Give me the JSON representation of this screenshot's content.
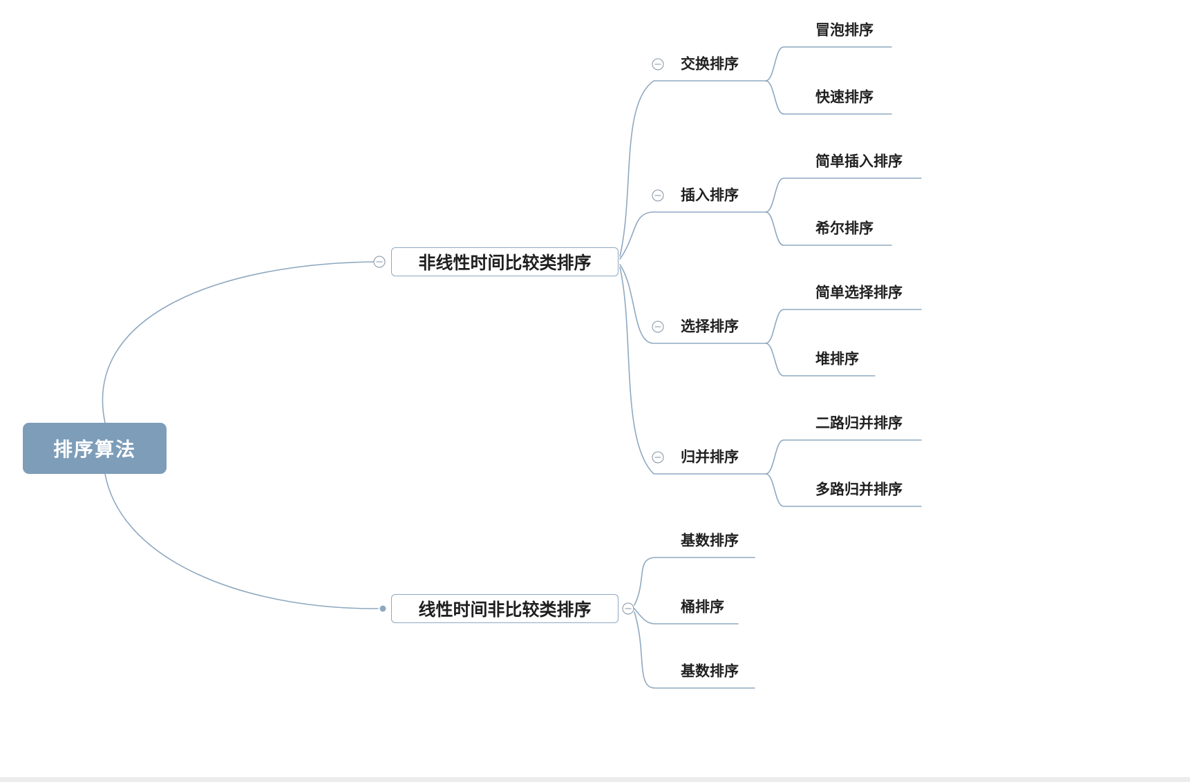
{
  "theme": {
    "canvasBg": "#ffffff",
    "line": "#8ea8c0",
    "rootBg": "#7d9db9",
    "rootText": "#ffffff",
    "boxBorder": "#8ea8c0",
    "boxBg": "#ffffff",
    "text": "#1f1f1f",
    "icon": "#8290a0",
    "scrollbar": "#ececec"
  },
  "mindmap": {
    "root": {
      "label": "排序算法"
    },
    "branches": [
      {
        "label": "非线性时间比较类排序",
        "children": [
          {
            "label": "交换排序",
            "children": [
              {
                "label": "冒泡排序"
              },
              {
                "label": "快速排序"
              }
            ]
          },
          {
            "label": "插入排序",
            "children": [
              {
                "label": "简单插入排序"
              },
              {
                "label": "希尔排序"
              }
            ]
          },
          {
            "label": "选择排序",
            "children": [
              {
                "label": "简单选择排序"
              },
              {
                "label": "堆排序"
              }
            ]
          },
          {
            "label": "归并排序",
            "children": [
              {
                "label": "二路归并排序"
              },
              {
                "label": "多路归并排序"
              }
            ]
          }
        ]
      },
      {
        "label": "线性时间非比较类排序",
        "children": [
          {
            "label": "基数排序"
          },
          {
            "label": "桶排序"
          },
          {
            "label": "基数排序"
          }
        ]
      }
    ]
  }
}
